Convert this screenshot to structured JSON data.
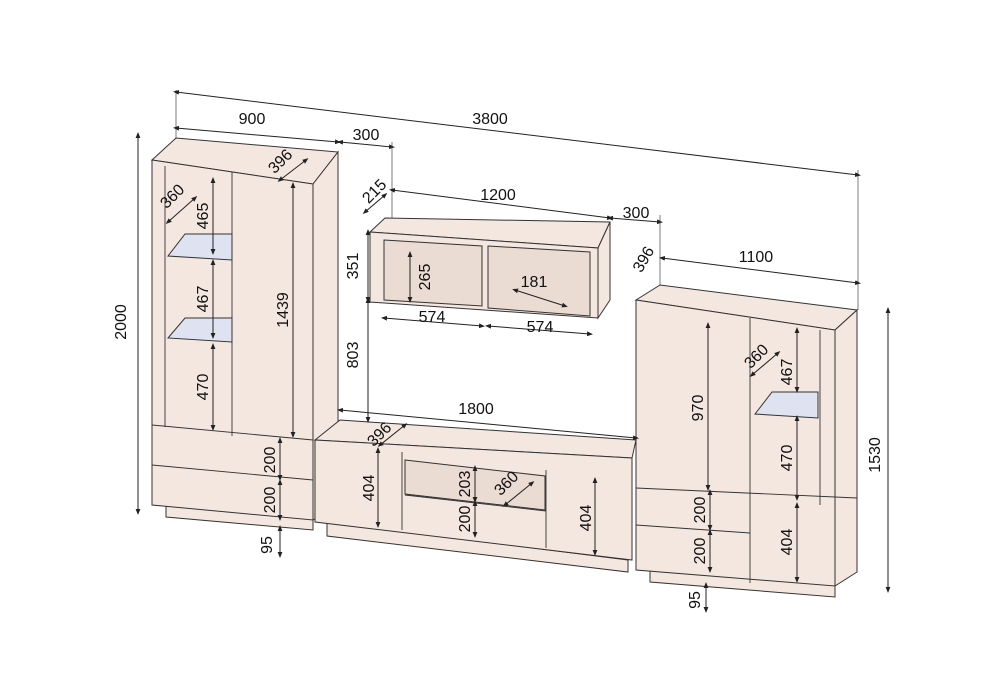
{
  "colors": {
    "panel": "#f4e7e0",
    "glass": "#dfe3f1",
    "line": "#333333"
  },
  "dimensions": {
    "overall_width": "3800",
    "overall_height": "2000",
    "left_cabinet": {
      "width": "900",
      "depth": "396",
      "glass_depth": "360",
      "shelf_1": "465",
      "shelf_2": "467",
      "shelf_3": "470",
      "door_height": "1439",
      "drawer_1": "200",
      "drawer_2": "200",
      "plinth": "95"
    },
    "gap_left": "300",
    "gap_right": "300",
    "wall_shelf": {
      "offset": "215",
      "width": "1200",
      "height": "351",
      "inner_height": "265",
      "inner_depth": "181",
      "section_1": "574",
      "section_2": "574",
      "mount_height": "803"
    },
    "tv_stand": {
      "width": "1800",
      "depth": "396",
      "side_1": "404",
      "niche_height": "203",
      "niche_depth": "360",
      "drawer": "200",
      "side_2": "404"
    },
    "right_cabinet": {
      "width": "1100",
      "depth": "396",
      "glass_depth": "360",
      "shelf_1": "467",
      "shelf_2": "470",
      "door_height": "970",
      "drawer_1": "200",
      "drawer_2": "200",
      "lower_door": "404",
      "height": "1530",
      "plinth": "95"
    }
  }
}
